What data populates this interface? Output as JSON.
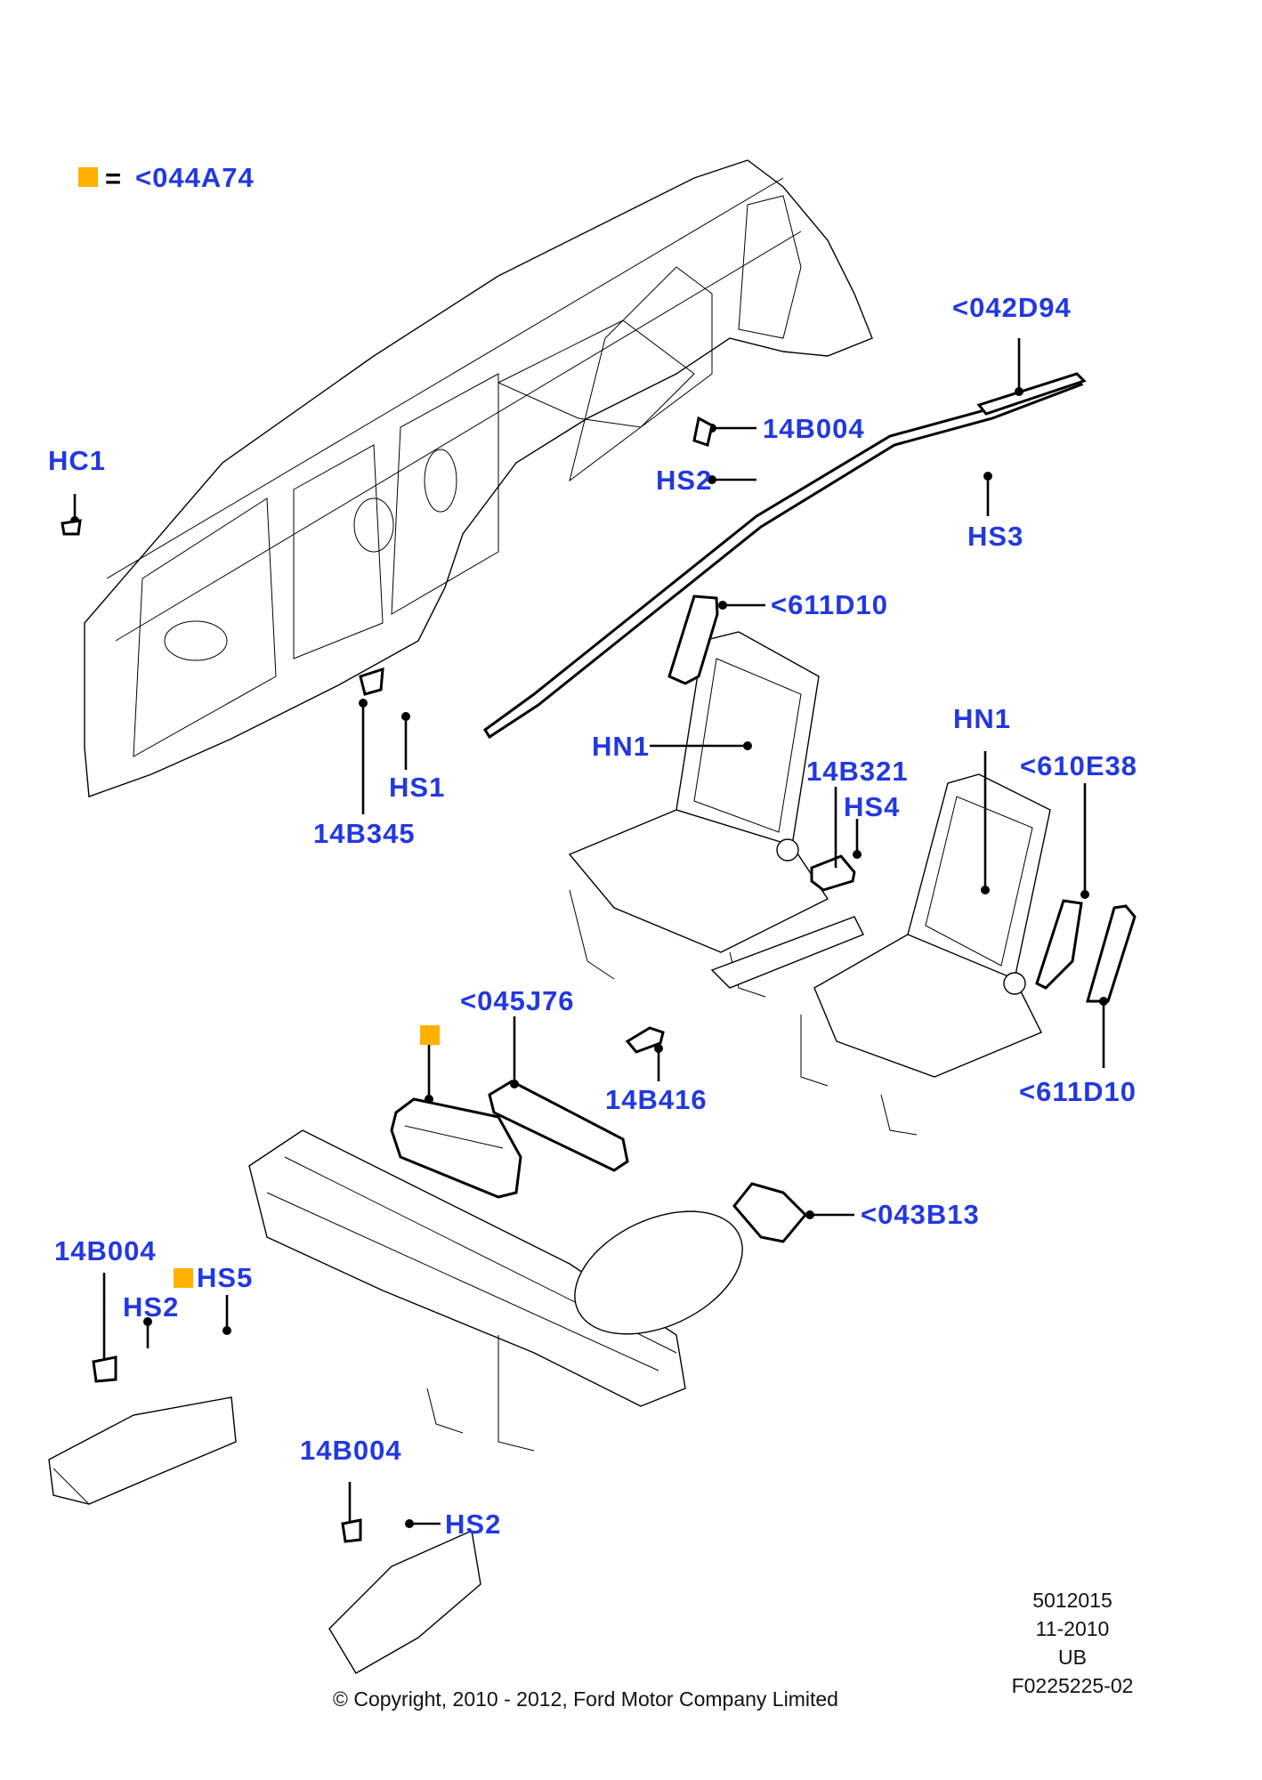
{
  "legend": {
    "marker_color": "#ffb000",
    "equals": "=",
    "code": "<044A74"
  },
  "label_color": "#2238e0",
  "callouts": {
    "c042D94": "<042D94",
    "c14B004_top": "14B004",
    "cHS2_top": "HS2",
    "cHS3": "HS3",
    "cHC1": "HC1",
    "c611D10_top": "<611D10",
    "cHN1_left": "HN1",
    "cHN1_right": "HN1",
    "c14B321": "14B321",
    "cHS4": "HS4",
    "c610E38": "<610E38",
    "cHS1": "HS1",
    "c14B345": "14B345",
    "c045J76": "<045J76",
    "c14B416": "14B416",
    "c611D10_bottom": "<611D10",
    "c043B13": "<043B13",
    "c14B004_left": "14B004",
    "cHS5": "HS5",
    "cHS2_left": "HS2",
    "c14B004_bottom": "14B004",
    "cHS2_bottom": "HS2"
  },
  "info_block": {
    "line1": "5012015",
    "line2": "11-2010",
    "line3": "UB",
    "line4": "F0225225-02"
  },
  "copyright": "© Copyright, 2010 - 2012, Ford Motor Company Limited"
}
